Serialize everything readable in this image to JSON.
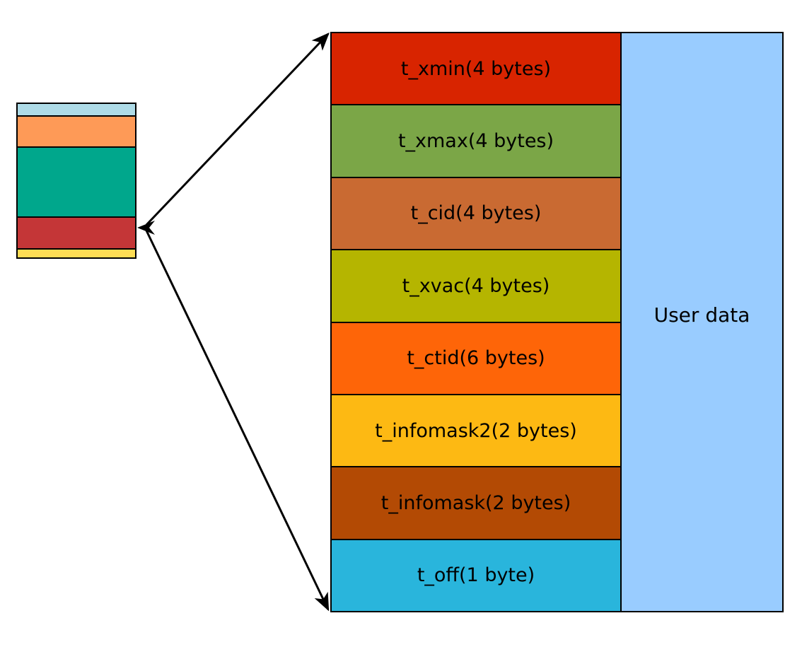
{
  "page_overview": {
    "segments": [
      {
        "name": "segment-lightblue",
        "color": "#aedbe7"
      },
      {
        "name": "segment-orange",
        "color": "#fe9a57"
      },
      {
        "name": "segment-teal",
        "color": "#00a78c"
      },
      {
        "name": "segment-red",
        "color": "#c43637"
      },
      {
        "name": "segment-yellow",
        "color": "#fedd55"
      }
    ]
  },
  "tuple_header": {
    "fields": [
      {
        "label": "t_xmin(4 bytes)",
        "color": "#d82400"
      },
      {
        "label": "t_xmax(4 bytes)",
        "color": "#7ba647"
      },
      {
        "label": "t_cid(4 bytes)",
        "color": "#c96a32"
      },
      {
        "label": "t_xvac(4 bytes)",
        "color": "#b5b500"
      },
      {
        "label": "t_ctid(6 bytes)",
        "color": "#fe6508"
      },
      {
        "label": "t_infomask2(2 bytes)",
        "color": "#fdb913"
      },
      {
        "label": "t_infomask(2 bytes)",
        "color": "#b34a04"
      },
      {
        "label": "t_off(1 byte)",
        "color": "#29b5dc"
      }
    ],
    "user_data": {
      "label": "User data",
      "color": "#99ccff"
    }
  },
  "colors": {
    "border": "#000000",
    "arrow": "#000000",
    "background": "#ffffff"
  }
}
